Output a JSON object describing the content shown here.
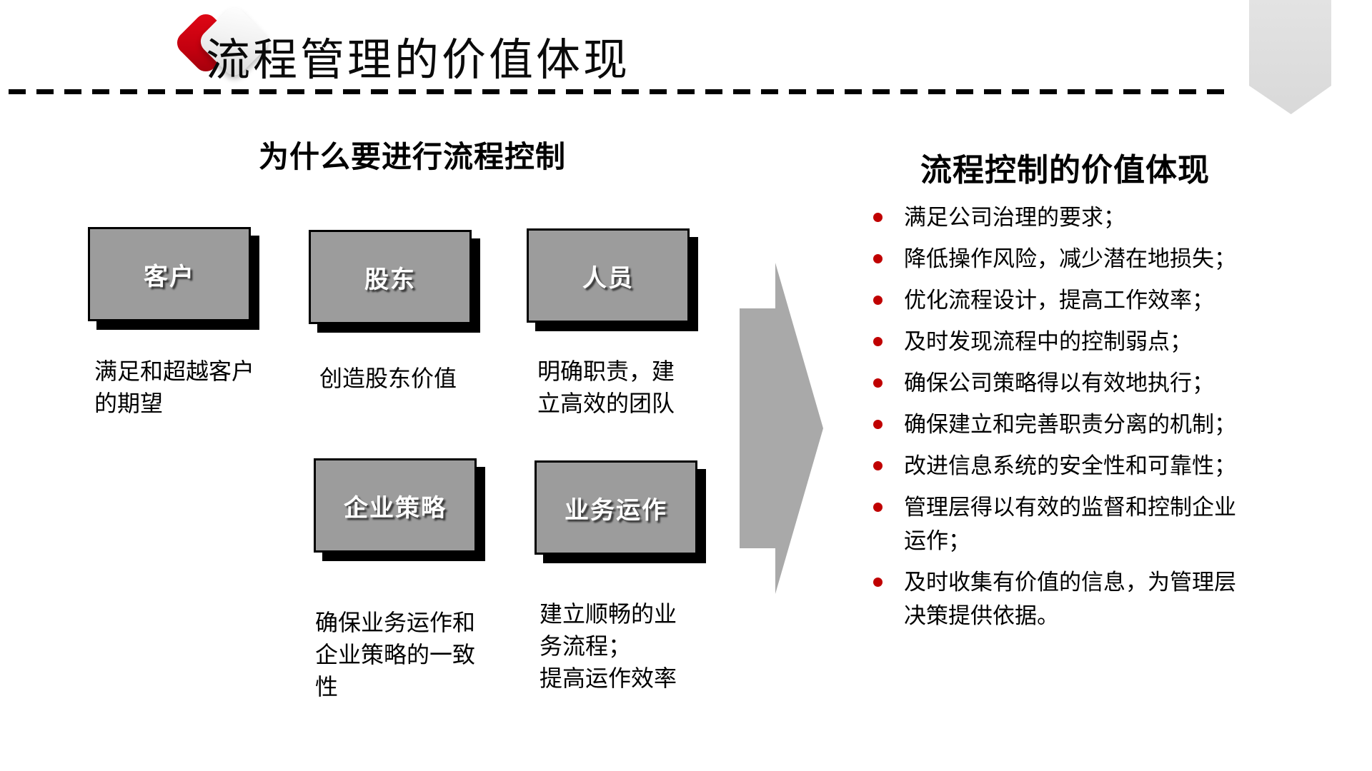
{
  "title": "流程管理的价值体现",
  "left": {
    "heading": "为什么要进行流程控制",
    "items": [
      {
        "label": "客户",
        "desc": "满足和超越客户\n的期望"
      },
      {
        "label": "股东",
        "desc": "创造股东价值"
      },
      {
        "label": "人员",
        "desc": "明确职责，建\n立高效的团队"
      },
      {
        "label": "企业策略",
        "desc": "确保业务运作和\n企业策略的一致\n性"
      },
      {
        "label": "业务运作",
        "desc": "建立顺畅的业\n务流程；\n提高运作效率"
      }
    ]
  },
  "right": {
    "heading": "流程控制的价值体现",
    "bullets": [
      "满足公司治理的要求；",
      "降低操作风险，减少潜在地损失；",
      "优化流程设计，提高工作效率；",
      "及时发现流程中的控制弱点；",
      "确保公司策略得以有效地执行；",
      "确保建立和完善职责分离的机制；",
      "改进信息系统的安全性和可靠性；",
      "管理层得以有效的监督和控制企业\n运作；",
      "及时收集有价值的信息，为管理层\n决策提供依据。"
    ]
  },
  "colors": {
    "bullet_red": "#c00000",
    "diamond_red": "#c3000f",
    "box_gray": "#9c9c9c",
    "arrow_gray": "#a9a9a9",
    "ribbon_gray": "#d9d9d9"
  }
}
